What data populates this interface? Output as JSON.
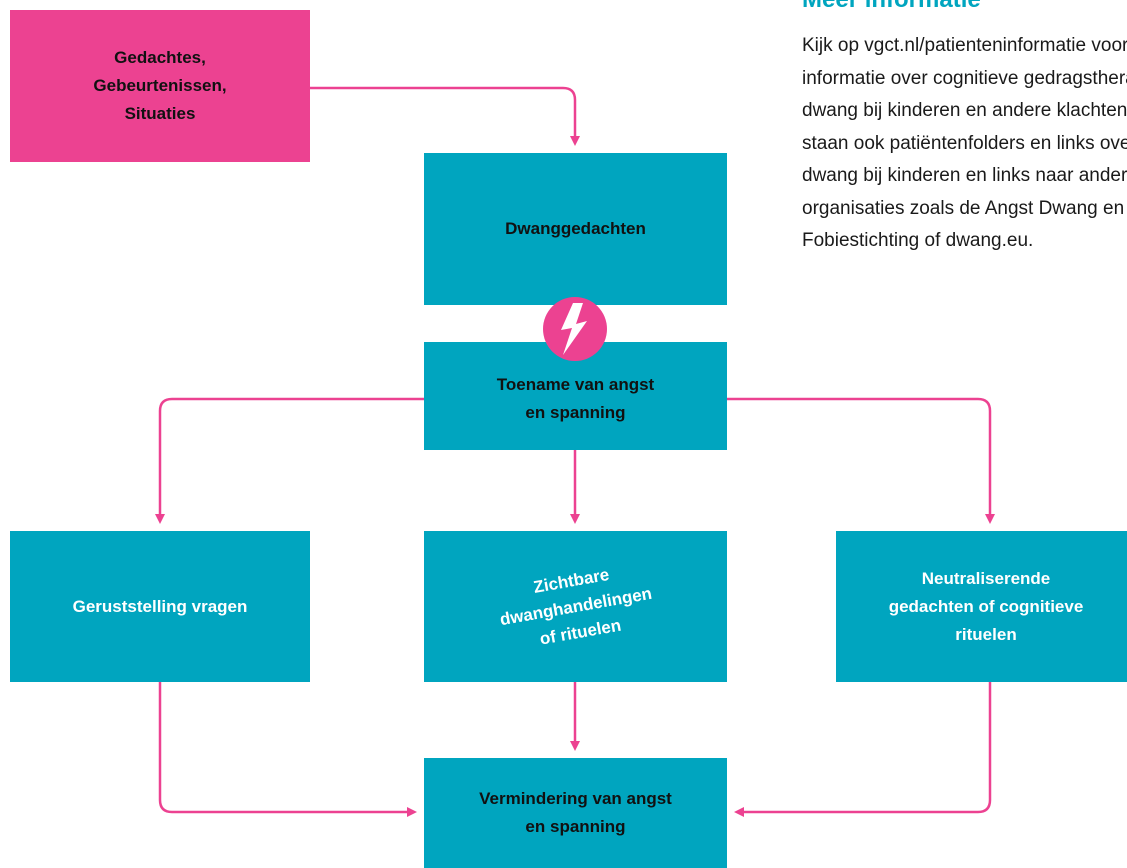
{
  "info": {
    "title": "Meer informatie",
    "lines": [
      "Kijk op vgct.nl/patienteninformatie voor",
      "informatie over cognitieve gedragstherapie,",
      "dwang bij kinderen en andere klachten. Hier",
      "staan ook patiëntenfolders en links over",
      "dwang bij kinderen en links naar andere",
      "organisaties zoals de Angst Dwang en",
      "Fobiestichting of dwang.eu."
    ]
  },
  "boxes": {
    "gedachtes": "Gedachtes,\nGebeurtenissen,\nSituaties",
    "dwanggedachten": "Dwanggedachten",
    "toename": "Toename van angst\nen spanning",
    "geruststelling": "Geruststelling vragen",
    "zichtbaar": "Zichtbare\ndwanghandelingen\nof rituelen",
    "neutraliserend": "Neutraliserende\ngedachten of cognitieve\nrituelen",
    "vermindering": "Vermindering van angst\nen spanning"
  },
  "colors": {
    "pink": "#ec4291",
    "teal": "#00a5bf",
    "arrow": "#ec4291",
    "title": "#00a5bf"
  },
  "icons": {
    "bolt": "lightning-bolt-icon"
  }
}
